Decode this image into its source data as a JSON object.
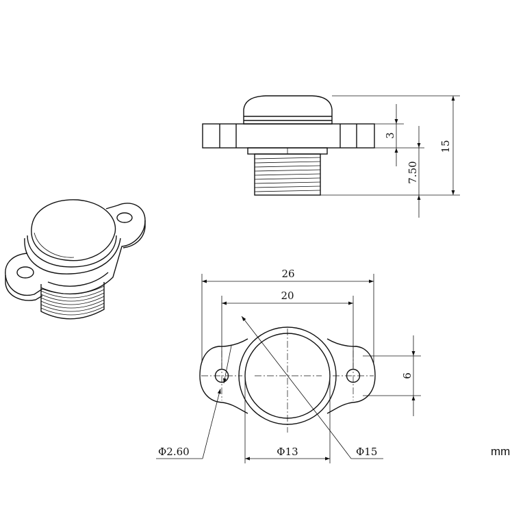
{
  "dimensions": {
    "overall_width": "26",
    "hole_spacing": "20",
    "flange_height": "6",
    "hole_diameter": "Φ2.60",
    "thread_diameter": "Φ13",
    "outer_diameter": "Φ15",
    "flange_thickness": "3",
    "thread_length": "7.50",
    "total_height": "15"
  },
  "unit": "mm"
}
